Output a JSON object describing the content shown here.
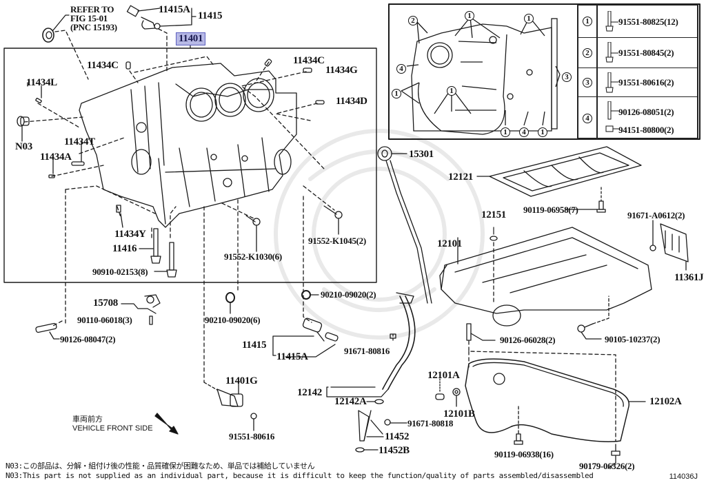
{
  "diagram": {
    "title_part": "11401",
    "reference_code": "114036J",
    "refer_note": [
      "REFER TO",
      "FIG 15-01",
      "(PNC 15193)"
    ],
    "front_direction": {
      "ja": "車両前方",
      "en": "VEHICLE FRONT SIDE"
    },
    "notes": [
      "N03:この部品は、分解・組付け後の性能・品質確保が困難なため、単品では補給していません",
      "N03:This part is not supplied as an individual part, because it is difficult to keep the function/quality of parts assembled/disassembled"
    ],
    "labels": {
      "p11415A_top": "11415A",
      "p11415_top": "11415",
      "p11401": "11401",
      "p11434C_left": "11434C",
      "p11434C_right": "11434C",
      "p11434G": "11434G",
      "p11434L": "11434L",
      "p11434D": "11434D",
      "pN03": "N03",
      "p11434T": "11434T",
      "p11434A": "11434A",
      "p11434Y": "11434Y",
      "p11416": "11416",
      "p90910": "90910-02153(8)",
      "p91552_K1030": "91552-K1030(6)",
      "p91552_K1045": "91552-K1045(2)",
      "p15708": "15708",
      "p90110": "90110-06018(3)",
      "p90126_08047": "90126-08047(2)",
      "p90210_6": "90210-09020(6)",
      "p90210_2": "90210-09020(2)",
      "p11415_bot": "11415",
      "p11415A_bot": "11415A",
      "p91671_80816": "91671-80816",
      "p11401G": "11401G",
      "p91551_80616": "91551-80616",
      "p12142": "12142",
      "p12142A": "12142A",
      "p91671_80818": "91671-80818",
      "p11452": "11452",
      "p11452B": "11452B",
      "p15301": "15301",
      "p12121": "12121",
      "p90119_06958": "90119-06958(7)",
      "p12151": "12151",
      "p91671_A0612": "91671-A0612(2)",
      "p12101": "12101",
      "p11361J": "11361J",
      "p90126_06028": "90126-06028(2)",
      "p90105_10237": "90105-10237(2)",
      "p12101A": "12101A",
      "p12101B": "12101B",
      "p12102A": "12102A",
      "p90119_06938": "90119-06938(16)",
      "p90179_06326": "90179-06326(2)"
    },
    "inset": {
      "callouts": [
        "2",
        "1",
        "1",
        "4",
        "3",
        "1",
        "1",
        "1",
        "4",
        "1"
      ],
      "legend": [
        {
          "num": "1",
          "parts": [
            "91551-80825(12)"
          ]
        },
        {
          "num": "2",
          "parts": [
            "91551-80845(2)"
          ]
        },
        {
          "num": "3",
          "parts": [
            "91551-80616(2)"
          ]
        },
        {
          "num": "4",
          "parts": [
            "90126-08051(2)",
            "94151-80800(2)"
          ]
        }
      ]
    }
  }
}
